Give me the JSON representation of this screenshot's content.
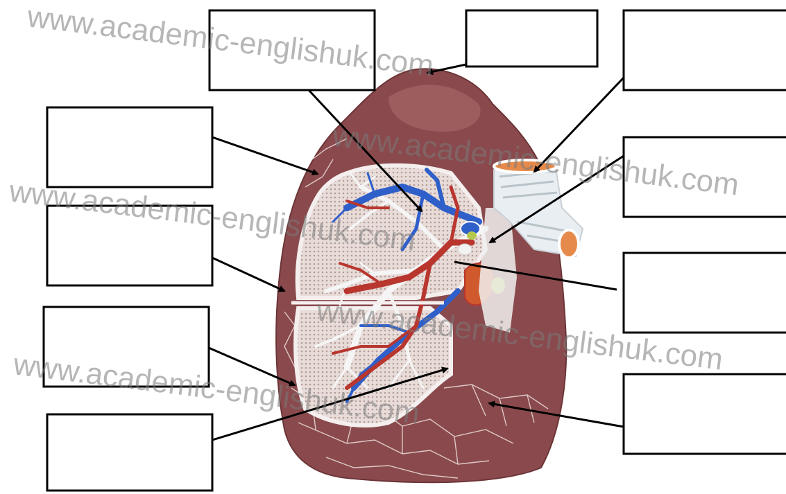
{
  "watermark": {
    "text": "www.academic-englishuk.com"
  },
  "labels": [
    {
      "id": "label-1",
      "text": ""
    },
    {
      "id": "label-2",
      "text": ""
    },
    {
      "id": "label-3",
      "text": ""
    },
    {
      "id": "label-4",
      "text": ""
    },
    {
      "id": "label-5",
      "text": ""
    },
    {
      "id": "label-6",
      "text": ""
    },
    {
      "id": "label-7",
      "text": ""
    },
    {
      "id": "label-8",
      "text": ""
    },
    {
      "id": "label-9",
      "text": ""
    },
    {
      "id": "label-10",
      "text": ""
    }
  ],
  "colors": {
    "lung_surface": "#8a4a4d",
    "lung_cut": "#d9c9c6",
    "artery": "#2f5fc9",
    "vein": "#b8362e",
    "bronchus": "#f2f2f2",
    "trachea_ring": "#e58a4a"
  }
}
